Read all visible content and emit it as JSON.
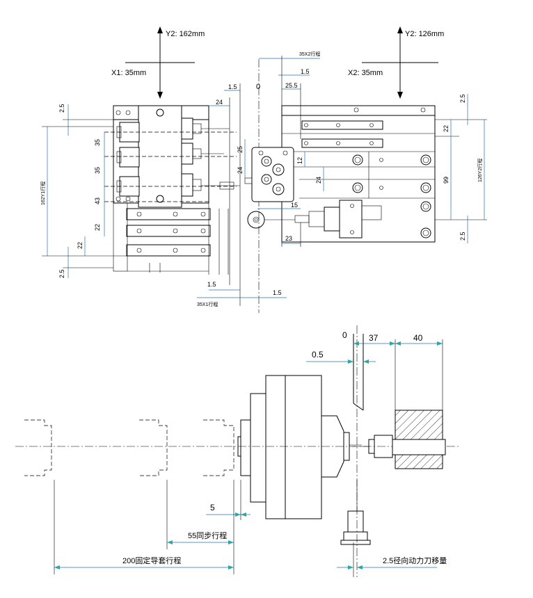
{
  "top_view": {
    "left": {
      "y_label": "Y2: 162mm",
      "x_label": "X1: 35mm",
      "dim_24": "24",
      "dim_1_5": "1.5",
      "dim_0": "0",
      "dim_2_5_top": "2.5",
      "dim_35_a": "35",
      "dim_35_b": "35",
      "dim_43": "43",
      "dim_22_a": "22",
      "dim_22_b": "22",
      "dim_2_5_bot": "2.5",
      "dim_162": "162Y1行程",
      "dim_25": "25",
      "dim_24_v": "24",
      "dim_1_5_bottom": "1.5",
      "dim_35x1": "35X1行程",
      "dim_1_5_right": "1.5"
    },
    "right": {
      "y_label": "Y2: 126mm",
      "x_label": "X2: 35mm",
      "dim_35x2": "35X2行程",
      "dim_1_5": "1.5",
      "dim_25_5": "25.5",
      "dim_2_5_top": "2.5",
      "dim_22": "22",
      "dim_12": "12",
      "dim_24": "24",
      "dim_99": "99",
      "dim_126": "126Y2行程",
      "dim_15": "15",
      "dim_23": "23",
      "dim_2_5_bot": "2.5"
    }
  },
  "side_view": {
    "dim_0": "0",
    "dim_37": "37",
    "dim_40": "40",
    "dim_0_5": "0.5",
    "dim_5": "5",
    "dim_55": "55同步行程",
    "dim_200": "200固定导套行程",
    "dim_2_5": "2.5径向动力刀移量"
  }
}
